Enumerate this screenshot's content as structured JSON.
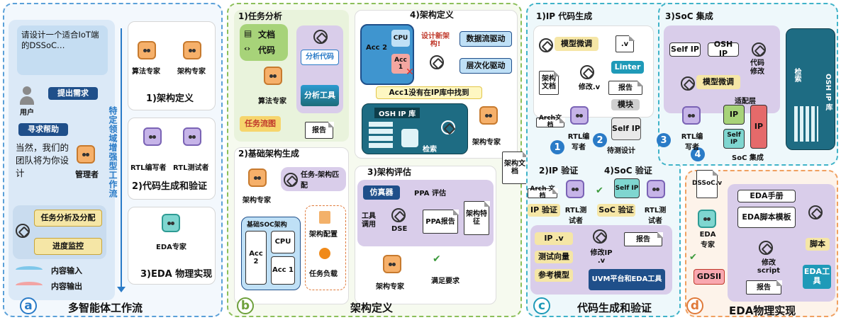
{
  "panel_a": {
    "letter": "a",
    "title": "多智能体工作流",
    "vertical_label": "特定领域增强型工作流",
    "chat_request": "请设计一个适合IoT端的DSSoC…",
    "chat_reply": "当然，我们的团队将为你设计",
    "user_label": "用户",
    "manager_label": "管理者",
    "submit_need": "提出需求",
    "seek_help": "寻求帮助",
    "task_assign": "任务分析及分配",
    "progress_monitor": "进度监控",
    "legend_input": "内容输入",
    "legend_output": "内容输出",
    "algo_expert": "算法专家",
    "arch_expert": "架构专家",
    "step1": "1)架构定义",
    "rtl_writer": "RTL编写者",
    "rtl_tester": "RTL测试者",
    "step2": "2)代码生成和验证",
    "eda_expert": "EDA专家",
    "step3": "3)EDA 物理实现"
  },
  "panel_b": {
    "letter": "b",
    "title": "架构定义",
    "s1_title": "1)任务分析",
    "doc": "文档",
    "code": "代码",
    "analyze_code": "分析代码",
    "analysis_tool": "分析工具",
    "algo_expert": "算法专家",
    "task_flow": "任务流图",
    "report": "报告",
    "s4_title": "4)架构定义",
    "acc2": "Acc 2",
    "cpu": "CPU",
    "acc1": "Acc 1",
    "design_new": "设计新架构!",
    "dataflow_driven": "数据流驱动",
    "hierarchy_driven": "层次化驱动",
    "acc1_missing": "Acc1没有在IP库中找到",
    "osh_ip_lib": "OSH IP 库",
    "search": "检索",
    "arch_expert": "架构专家",
    "s2_title": "2)基础架构生成",
    "task_arch_match": "任务-架构匹配",
    "arch_expert_2": "架构专家",
    "base_soc": "基础SOC架构",
    "arch_config": "架构配置",
    "task_load": "任务负载",
    "s3_title": "3)架构评估",
    "simulator": "仿真器",
    "ppa_eval": "PPA 评估",
    "tool_call": "工具调用",
    "dse": "DSE",
    "ppa_report": "PPA报告",
    "arch_feature": "架构特征",
    "arch_expert_3": "架构专家",
    "meet_req": "满足要求",
    "arch_doc": "架构文档"
  },
  "panel_c": {
    "letter": "c",
    "title": "代码生成和验证",
    "s1_title": "1)IP 代码生成",
    "model_finetune": "模型微调",
    "v_file": ".v",
    "linter": "Linter",
    "arch_doc": "架构文档",
    "modify_v": "修改.v",
    "report": "报告",
    "module": "模块",
    "arch_doc_small": "Arch文档",
    "rtl_writer": "RTL编写者",
    "self_ip": "Self IP",
    "pending_design": "待测设计",
    "s3_title": "3)SoC 集成",
    "self_ip_2": "Self IP",
    "osh_ip": "OSH IP",
    "code_modify": "代码修改",
    "search_lib": "检索",
    "osh_ip_lib": "OSH IP 库",
    "model_finetune_2": "模型微调",
    "adapter": "适配层",
    "ip": "IP",
    "rtl_writer_2": "RTL编写者",
    "soc_integration": "SoC 集成",
    "s2_title": "2)IP 验证",
    "s4_title": "4)SoC 验证",
    "arch_doc_2": "Arch 文档",
    "ip_verify": "IP 验证",
    "rtl_tester": "RTL测试者",
    "soc_verify": "SoC 验证",
    "rtl_tester_2": "RTL测试者",
    "ip_v": "IP .v",
    "test_vector": "测试向量",
    "ref_model": "参考模型",
    "modify_ip_v": "修改IP .v",
    "report_2": "报告",
    "uvm": "UVM平台和EDA工具",
    "num1": "1",
    "num2": "2",
    "num3": "3",
    "num4": "4"
  },
  "panel_d": {
    "letter": "d",
    "title": "EDA物理实现",
    "dss_doc": "DSSoC.v",
    "eda_expert": "EDA专家",
    "eda_manual": "EDA手册",
    "eda_script_tpl": "EDA脚本模板",
    "script": "脚本",
    "modify_script": "修改script",
    "eda_tool": "EDA工具",
    "gdsii": "GDSII",
    "report": "报告"
  },
  "colors": {
    "blue_dash": "#5aa0d8",
    "green_dash": "#8cbf5a",
    "teal_dash": "#3fb3c8",
    "orange_dash": "#f0a060",
    "dark_blue": "#1f4f8a",
    "purple_bg": "#e7def3",
    "green_bg": "#eaf3dc"
  }
}
